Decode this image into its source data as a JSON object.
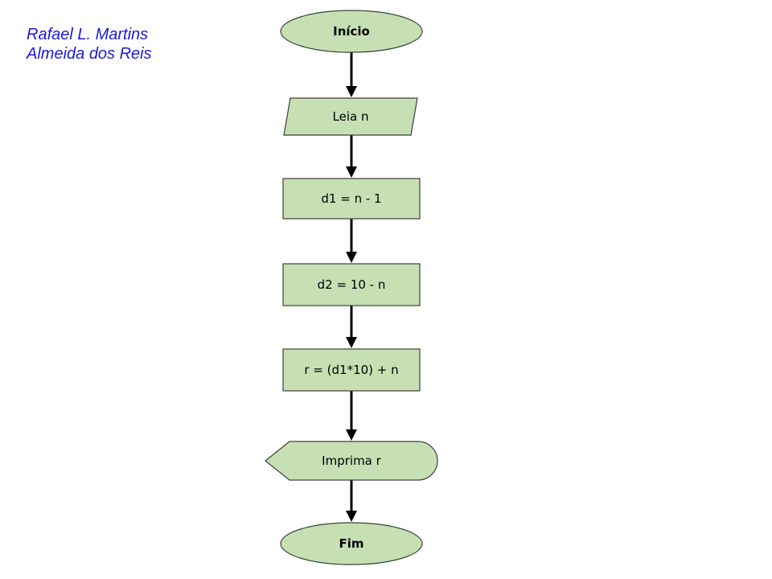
{
  "author": {
    "line1": "Rafael L. Martins",
    "line2": "Almeida dos Reis"
  },
  "colors": {
    "author_text": "#1a1ad6",
    "node_fill": "#c6e0b4",
    "node_stroke": "#3f3f3f",
    "arrow": "#000000",
    "text": "#000000"
  },
  "flowchart": {
    "nodes": [
      {
        "id": "inicio",
        "shape": "terminator",
        "label": "Início",
        "bold": true
      },
      {
        "id": "leia",
        "shape": "input-parallelogram",
        "label": "Leia n",
        "bold": false
      },
      {
        "id": "d1",
        "shape": "process",
        "label": "d1 = n - 1",
        "bold": false
      },
      {
        "id": "d2",
        "shape": "process",
        "label": "d2 = 10 - n",
        "bold": false
      },
      {
        "id": "r",
        "shape": "process",
        "label": "r = (d1*10) + n",
        "bold": false
      },
      {
        "id": "imprima",
        "shape": "display",
        "label": "Imprima r",
        "bold": false
      },
      {
        "id": "fim",
        "shape": "terminator",
        "label": "Fim",
        "bold": true
      }
    ],
    "edges": [
      {
        "from": "inicio",
        "to": "leia"
      },
      {
        "from": "leia",
        "to": "d1"
      },
      {
        "from": "d1",
        "to": "d2"
      },
      {
        "from": "d2",
        "to": "r"
      },
      {
        "from": "r",
        "to": "imprima"
      },
      {
        "from": "imprima",
        "to": "fim"
      }
    ]
  }
}
